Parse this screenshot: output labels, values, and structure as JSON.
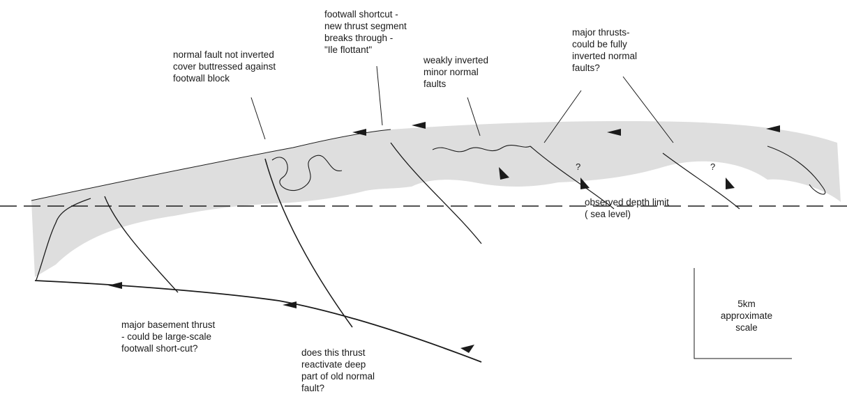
{
  "colors": {
    "cover_fill": "#dedede",
    "line": "#1a1a1a",
    "background": "#ffffff"
  },
  "annotations": {
    "normal_fault": [
      "normal fault not inverted",
      "cover buttressed against",
      "footwall block"
    ],
    "footwall_shortcut": [
      "footwall shortcut -",
      "new thrust segment",
      "breaks through -",
      "\"Ile flottant\""
    ],
    "weakly_inverted": [
      "weakly inverted",
      "minor normal",
      "faults"
    ],
    "major_thrusts": [
      "major thrusts-",
      "could be fully",
      "inverted normal",
      "faults?"
    ],
    "depth_limit": [
      "observed depth limit",
      "( sea level)"
    ],
    "basement_thrust": [
      "major basement thrust",
      "- could be large-scale",
      "footwall short-cut?"
    ],
    "reactivate": [
      "does this thrust",
      "reactivate deep",
      "part of old normal",
      "fault?"
    ],
    "scale": [
      "5km",
      "approximate",
      "scale"
    ]
  },
  "question_marks": [
    "?",
    "?"
  ]
}
